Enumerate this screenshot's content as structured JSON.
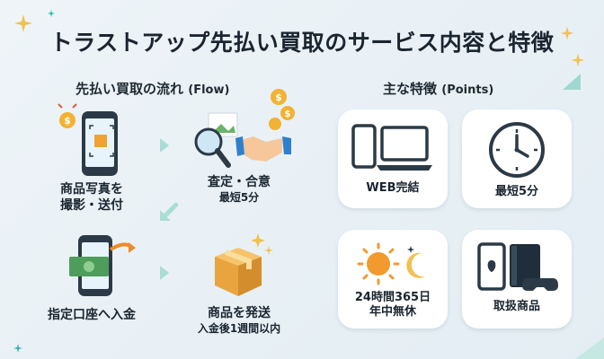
{
  "title": "トラストアップ先払い買取のサービス内容と特徴",
  "flow": {
    "heading": "先払い買取の流れ",
    "heading_en": "(Flow)",
    "steps": [
      {
        "label": "商品写真を",
        "label2": "撮影・送付",
        "icon": "smartphone-camera-icon"
      },
      {
        "label": "査定・合意",
        "sub": "最短5分",
        "icon": "magnifier-handshake-icon"
      },
      {
        "label": "指定口座へ入金",
        "icon": "smartphone-money-icon"
      },
      {
        "label": "商品を発送",
        "sub": "入金後1週間以内",
        "icon": "cardboard-box-icon"
      }
    ]
  },
  "points": {
    "heading": "主な特徴",
    "heading_en": "(Points)",
    "items": [
      {
        "label": "WEB完結",
        "icon": "devices-icon"
      },
      {
        "label": "最短5分",
        "icon": "clock-icon"
      },
      {
        "label": "24時間365日",
        "label2": "年中無休",
        "icon": "sun-moon-icon"
      },
      {
        "label": "取扱商品",
        "icon": "products-icon"
      }
    ]
  },
  "colors": {
    "accent": "#2fb7a8",
    "coin": "#f2b233",
    "arrow": "#a9ddd6"
  }
}
